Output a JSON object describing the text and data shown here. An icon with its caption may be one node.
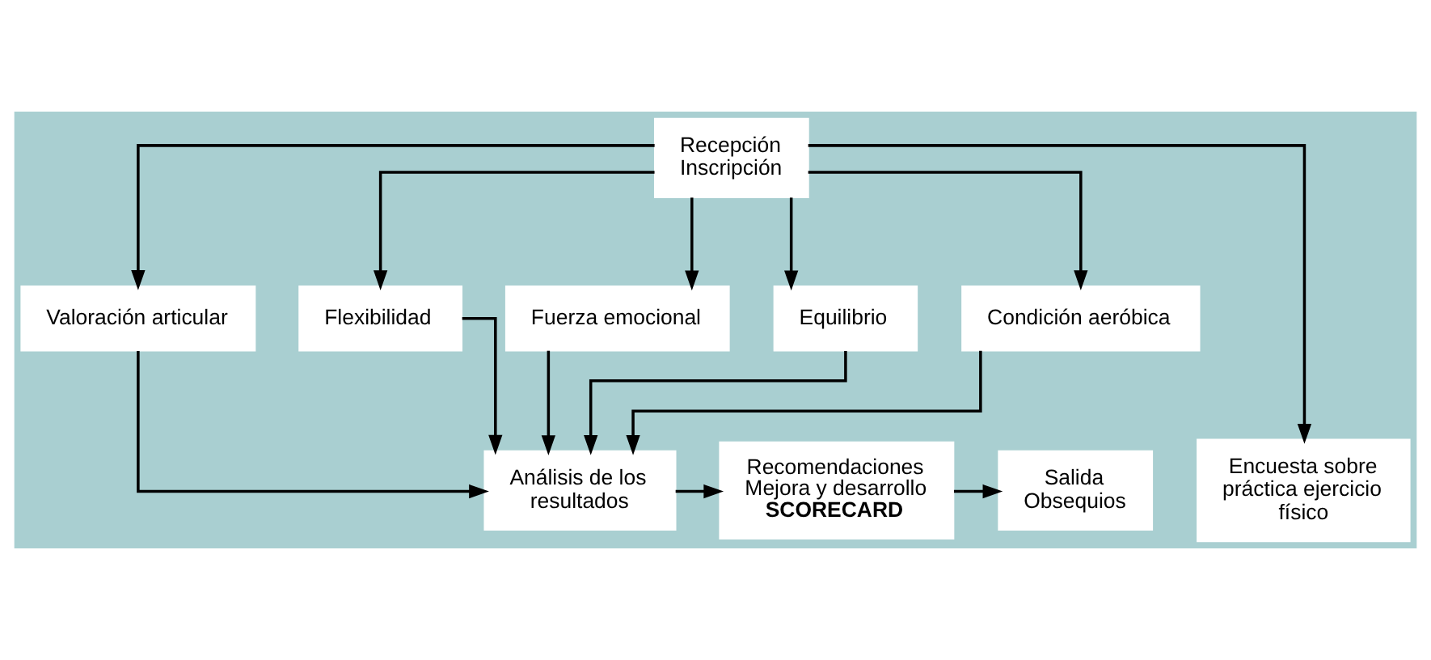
{
  "diagram": {
    "nodes": [
      {
        "text": [
          "Recepción",
          "Inscripción"
        ]
      },
      {
        "text": [
          "Valoración articular"
        ]
      },
      {
        "text": [
          "Flexibilidad"
        ]
      },
      {
        "text": [
          "Fuerza emocional"
        ]
      },
      {
        "text": [
          "Equilibrio"
        ]
      },
      {
        "text": [
          "Condición aeróbica"
        ]
      },
      {
        "text": [
          "Análisis de los resultados"
        ]
      },
      {
        "text": [
          "Recomendaciones",
          "Mejora y desarrollo",
          "**SCORECARD**"
        ]
      },
      {
        "text": [
          "Salida",
          "Obsequios"
        ]
      },
      {
        "text": [
          "Encuesta sobre práctica ejercicio físico"
        ]
      }
    ],
    "edges": [
      {
        "from": 0,
        "to": 1,
        "arrow": "to"
      },
      {
        "from": 0,
        "to": 2,
        "arrow": "to"
      },
      {
        "from": 0,
        "to": 3,
        "arrow": "to"
      },
      {
        "from": 0,
        "to": 4,
        "arrow": "to"
      },
      {
        "from": 0,
        "to": 5,
        "arrow": "to"
      },
      {
        "from": 0,
        "to": 9,
        "arrow": "to"
      },
      {
        "from": 1,
        "to": 6,
        "arrow": "to"
      },
      {
        "from": 2,
        "to": 6,
        "arrow": "to"
      },
      {
        "from": 3,
        "to": 6,
        "arrow": "to"
      },
      {
        "from": 4,
        "to": 6,
        "arrow": "to"
      },
      {
        "from": 5,
        "to": 6,
        "arrow": "to"
      },
      {
        "from": 6,
        "to": 7,
        "arrow": "to"
      },
      {
        "from": 7,
        "to": 8,
        "arrow": "to"
      }
    ]
  }
}
